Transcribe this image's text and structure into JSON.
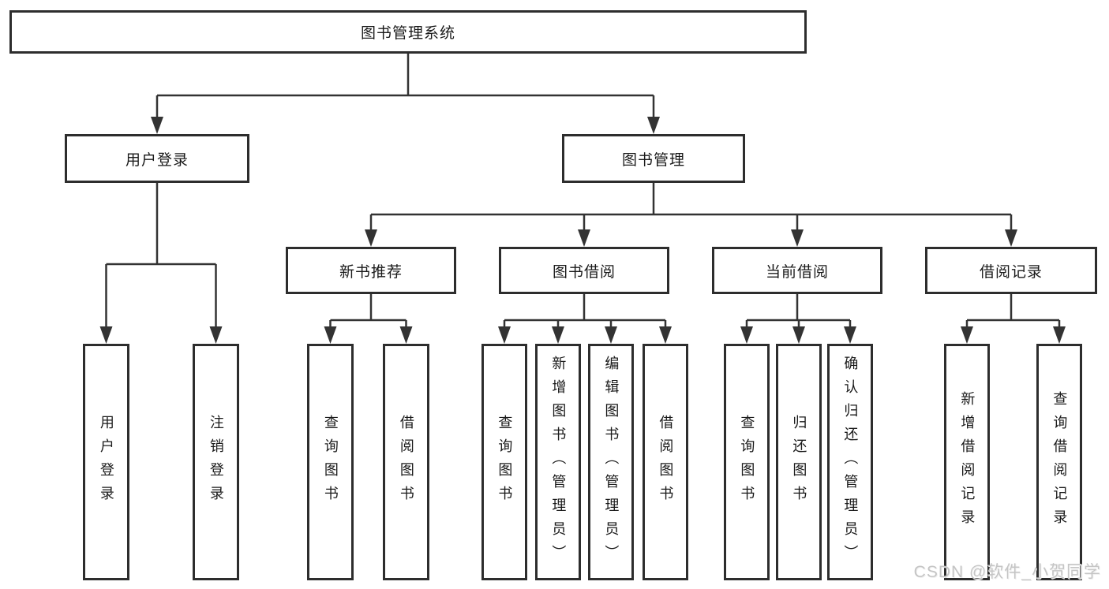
{
  "diagram": {
    "title": "图书管理系统",
    "type": "function-structure-tree",
    "hierarchy": {
      "图书管理系统": {
        "用户登录": [
          "用户登录",
          "注销登录"
        ],
        "图书管理": {
          "新书推荐": [
            "查询图书",
            "借阅图书"
          ],
          "图书借阅": [
            "查询图书",
            "新增图书（管理员）",
            "编辑图书（管理员）",
            "借阅图书"
          ],
          "当前借阅": [
            "查询图书",
            "归还图书",
            "确认归还（管理员）"
          ],
          "借阅记录": [
            "新增借阅记录",
            "查询借阅记录"
          ]
        }
      }
    }
  },
  "nodes": {
    "root": {
      "label": "图书管理系统"
    },
    "login": {
      "label": "用户登录"
    },
    "mgmt": {
      "label": "图书管理"
    },
    "login-user": {
      "label": "用户登录"
    },
    "login-logout": {
      "label": "注销登录"
    },
    "newbook": {
      "label": "新书推荐"
    },
    "borrow": {
      "label": "图书借阅"
    },
    "current": {
      "label": "当前借阅"
    },
    "records": {
      "label": "借阅记录"
    },
    "newbook-query": {
      "label": "查询图书"
    },
    "newbook-borrow": {
      "label": "借阅图书"
    },
    "borrow-query": {
      "label": "查询图书"
    },
    "borrow-add": {
      "label": "新增图书（管理员）"
    },
    "borrow-edit": {
      "label": "编辑图书（管理员）"
    },
    "borrow-borrow": {
      "label": "借阅图书"
    },
    "current-query": {
      "label": "查询图书"
    },
    "current-return": {
      "label": "归还图书"
    },
    "current-confirm": {
      "label": "确认归还（管理员）"
    },
    "records-add": {
      "label": "新增借阅记录"
    },
    "records-query": {
      "label": "查询借阅记录"
    }
  },
  "watermark": {
    "text": "CSDN @软件_小贺同学",
    "color": "#c5c5c5"
  },
  "colors": {
    "background": "#ffffff",
    "line": "#333333",
    "box_border": "#2d2d2d",
    "text": "#1a1a1a"
  }
}
